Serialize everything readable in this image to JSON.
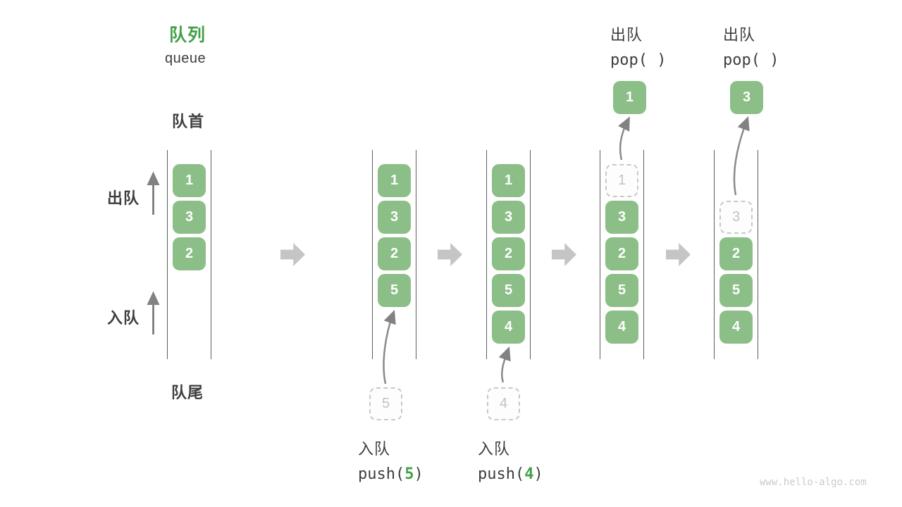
{
  "title": {
    "zh": "队列",
    "en": "queue"
  },
  "side_labels": {
    "front": "队首",
    "rear": "队尾",
    "dequeue": "出队",
    "enqueue": "入队"
  },
  "colors": {
    "box_green": "#8CBE87",
    "accent_green": "#43A047",
    "dashed_gray": "#C9C9C9",
    "wall_gray": "#5E5E5E",
    "arrow_gray": "#C5C5C5",
    "text_dark": "#3E3E3E"
  },
  "queues": [
    {
      "cells": [
        {
          "slot": 0,
          "value": "1",
          "variant": "solid"
        },
        {
          "slot": 1,
          "value": "3",
          "variant": "solid"
        },
        {
          "slot": 2,
          "value": "2",
          "variant": "solid"
        }
      ]
    },
    {
      "cells": [
        {
          "slot": 0,
          "value": "1",
          "variant": "solid"
        },
        {
          "slot": 1,
          "value": "3",
          "variant": "solid"
        },
        {
          "slot": 2,
          "value": "2",
          "variant": "solid"
        },
        {
          "slot": 3,
          "value": "5",
          "variant": "solid"
        }
      ]
    },
    {
      "cells": [
        {
          "slot": 0,
          "value": "1",
          "variant": "solid"
        },
        {
          "slot": 1,
          "value": "3",
          "variant": "solid"
        },
        {
          "slot": 2,
          "value": "2",
          "variant": "solid"
        },
        {
          "slot": 3,
          "value": "5",
          "variant": "solid"
        },
        {
          "slot": 4,
          "value": "4",
          "variant": "solid"
        }
      ]
    },
    {
      "cells": [
        {
          "slot": 0,
          "value": "1",
          "variant": "dashed"
        },
        {
          "slot": 1,
          "value": "3",
          "variant": "solid"
        },
        {
          "slot": 2,
          "value": "2",
          "variant": "solid"
        },
        {
          "slot": 3,
          "value": "5",
          "variant": "solid"
        },
        {
          "slot": 4,
          "value": "4",
          "variant": "solid"
        }
      ]
    },
    {
      "cells": [
        {
          "slot": 1,
          "value": "3",
          "variant": "dashed"
        },
        {
          "slot": 2,
          "value": "2",
          "variant": "solid"
        },
        {
          "slot": 3,
          "value": "5",
          "variant": "solid"
        },
        {
          "slot": 4,
          "value": "4",
          "variant": "solid"
        }
      ]
    }
  ],
  "floating_items": [
    {
      "value": "5"
    },
    {
      "value": "4"
    }
  ],
  "popped_items": [
    {
      "value": "1"
    },
    {
      "value": "3"
    }
  ],
  "operations": {
    "push1": {
      "zh": "入队",
      "pre": "push(",
      "arg": "5",
      "post": ")"
    },
    "push2": {
      "zh": "入队",
      "pre": "push(",
      "arg": "4",
      "post": ")"
    },
    "pop1": {
      "zh": "出队",
      "code": "pop( )"
    },
    "pop2": {
      "zh": "出队",
      "code": "pop( )"
    }
  },
  "watermark": "www.hello-algo.com"
}
